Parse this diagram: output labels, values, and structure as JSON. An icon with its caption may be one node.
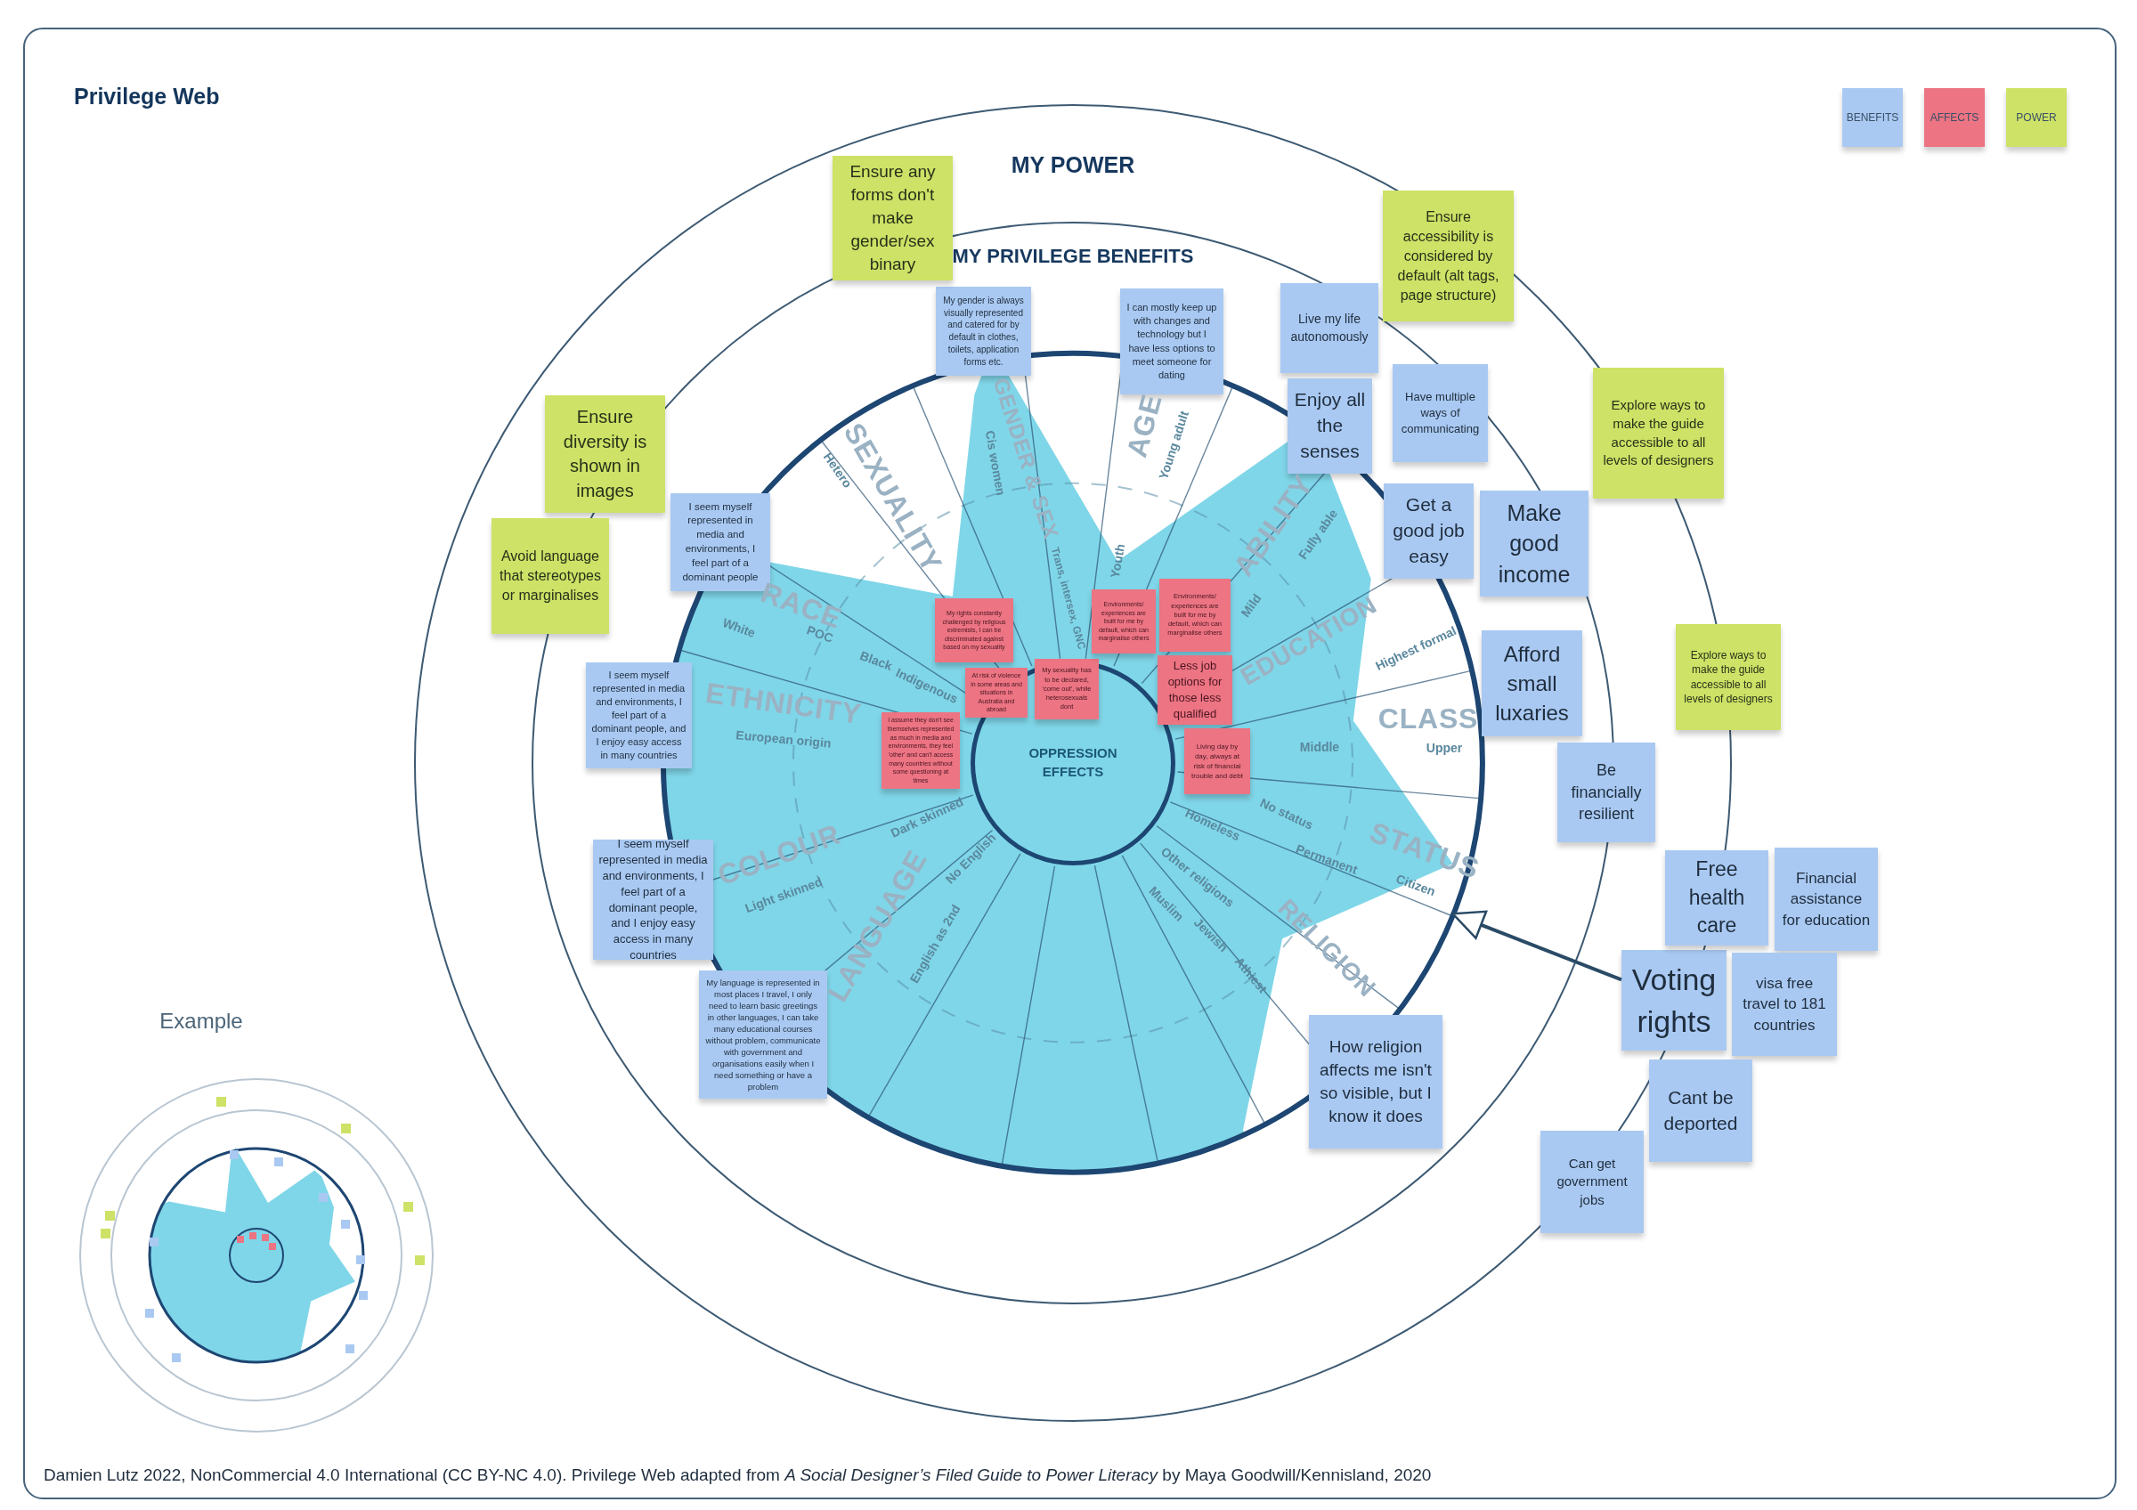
{
  "diagram": {
    "title": "Privilege Web",
    "caption": "Damien Lutz 2022, NonCommercial 4.0 International (CC BY-NC 4.0). Privilege Web adapted from *A Social Designer’s Filed Guide to Power Literacy* by Maya Goodwill/Kennisland, 2020",
    "nodes": [
      {
        "text": [
          "MY POWER"
        ]
      },
      {
        "text": [
          "MY PRIVILEGE BENEFITS"
        ],
        "in": 0
      },
      {
        "text": [
          "OPPRESSION EFFECTS"
        ],
        "in": 37
      },
      {
        "text": [
          "Ensure any forms don't make gender/sex binary"
        ],
        "in": 0
      },
      {
        "text": [
          "Ensure accessibility is considered by default (alt tags, page structure)"
        ],
        "in": 0
      },
      {
        "text": [
          "My gender is always visually represented and catered for by default in clothes, toilets, application forms etc."
        ],
        "in": 1
      },
      {
        "text": [
          "I can mostly keep up with changes and technology but I have less options to meet someone for dating"
        ],
        "in": 1
      },
      {
        "text": [
          "Live my life autonomously"
        ],
        "in": 1
      },
      {
        "text": [
          "Explore ways to make the guide accessible to all levels of designers"
        ]
      },
      {
        "text": [
          "Ensure diversity is shown in images"
        ],
        "in": 0
      },
      {
        "text": [
          "Have multiple ways of communicating"
        ],
        "in": 1
      },
      {
        "text": [
          "Enjoy all the senses"
        ],
        "in": 1
      },
      {
        "text": [
          "I seem myself represented in media and environments, I feel part of a dominant people"
        ],
        "in": 1
      },
      {
        "text": [
          "Get a good job easy"
        ],
        "in": 1
      },
      {
        "text": [
          "Make good income"
        ],
        "in": 1
      },
      {
        "text": [
          "Avoid language that stereotypes or marginalises"
        ],
        "in": 0
      },
      {
        "text": [
          "Environments/ experiences are built for me by default, which can marginalise others"
        ],
        "in": 37
      },
      {
        "text": [
          "Environments/ experiences are built for me by default, which can marginalise others"
        ],
        "in": 37
      },
      {
        "text": [
          "My rights constantly challenged by religious extremists, I can be discriminated against based on my sexuality"
        ],
        "in": 37
      },
      {
        "text": [
          "Less job options for those less qualified"
        ],
        "in": 37
      },
      {
        "text": [
          "Afford small luxaries"
        ],
        "in": 1
      },
      {
        "text": [
          "At risk of violence in some areas and situations in Australia and abroad"
        ],
        "in": 37
      },
      {
        "text": [
          "My sexuality has to be declared, 'come out', while heterosexuals dont"
        ],
        "in": 2
      },
      {
        "text": [
          "I seem myself represented in media and environments, I feel part of a dominant people, and I enjoy easy access in many countries"
        ],
        "in": 1
      },
      {
        "text": [
          "Living day by day, always at risk of financial trouble and debt"
        ],
        "in": 37
      },
      {
        "text": [
          "I assume they don't see themselves represented as much in media and environments, they feel 'other' and can't access many countries without some questioning at times"
        ],
        "in": 37
      },
      {
        "text": [
          "Explore ways to make the guide accessible to all levels of designers"
        ]
      },
      {
        "text": [
          "Be financially resilient"
        ],
        "in": 0
      },
      {
        "text": [
          "Financial assistance for education"
        ]
      },
      {
        "text": [
          "Free health care"
        ]
      },
      {
        "text": [
          "I seem myself represented in media and environments, I feel part of a dominant people, and I enjoy easy access in many countries"
        ],
        "in": 1
      },
      {
        "text": [
          "Voting rights"
        ],
        "in": 0
      },
      {
        "text": [
          "visa free travel to 181 countries"
        ]
      },
      {
        "text": [
          "My language is represented in most places I travel, I only need to learn basic greetings in other languages, I can take many educational courses without problem, communicate with government and organisations easily when I need something or have a problem"
        ],
        "in": 1
      },
      {
        "text": [
          "How religion affects me isn't so visible, but I know it does"
        ],
        "in": 1
      },
      {
        "text": [
          "Cant be deported"
        ]
      },
      {
        "text": [
          "Can get government jobs"
        ]
      },
      {
        "text": [],
        "shape": "star",
        "in": 1
      }
    ],
    "edges": [
      {
        "from": 31,
        "to": 37,
        "arrow": "to"
      }
    ],
    "labels": [
      "SEXUALITY",
      "Hetero",
      "GENDER & SEX",
      "Cis women",
      "Trans, intersex, GNC",
      "AGE",
      "Young adult",
      "Youth",
      "ABILITY",
      "Fully able",
      "Mild",
      "EDUCATION",
      "Highest formal",
      "RACE",
      "White",
      "POC",
      "Black",
      "Indigenous",
      "ETHNICITY",
      "European origin",
      "CLASS",
      "Upper",
      "Middle",
      "COLOUR",
      "Light skinned",
      "Dark skinned",
      "No status",
      "Homeless",
      "STATUS",
      "Permanent",
      "Citizen",
      "Other religions",
      "Muslim",
      "Jewish",
      "Athiest",
      "RELIGION",
      "No English",
      "LANGUAGE",
      "English as 2nd",
      "Example"
    ],
    "legend": [
      {
        "text": "BENEFITS",
        "color": "#a9c9f2"
      },
      {
        "text": "AFFECTS",
        "color": "#ec7483"
      },
      {
        "text": "POWER",
        "color": "#cde266"
      }
    ]
  }
}
